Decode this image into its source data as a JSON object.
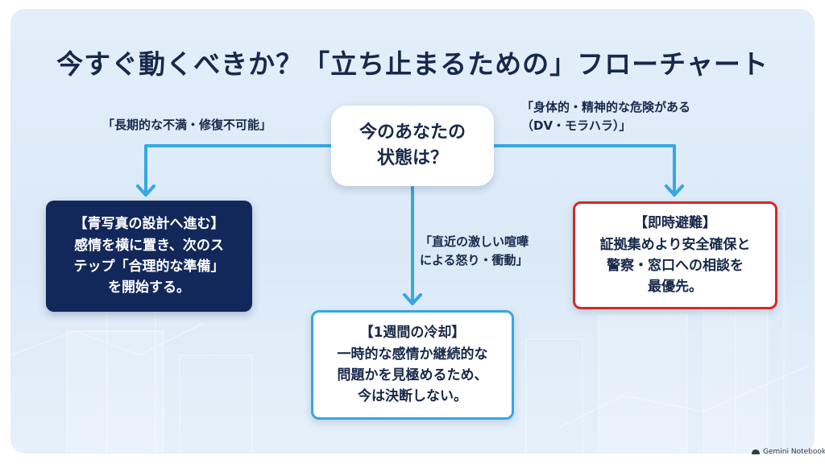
{
  "title": "今すぐ動くべきか？「立ち止まるための」フローチャート",
  "center_node": "今のあなたの\n状態は？",
  "branches": {
    "left": {
      "label": "「長期的な不満・修復不可能」",
      "box": "【青写真の設計へ進む】\n感情を横に置き、次のス\nテップ「合理的な準備」\nを開始する。"
    },
    "middle": {
      "label": "「直近の激しい喧嘩\nによる怒り・衝動」",
      "box": "【1週間の冷却】\n一時的な感情か継続的な\n問題かを見極めるため、\n今は決断しない。"
    },
    "right": {
      "label": "「身体的・精神的な危険がある\n（DV・モラハラ）」",
      "box": "【即時避難】\n証拠集めより安全確保と\n警察・窓口への相談を\n最優先。"
    }
  },
  "watermark": "Gemini Notebook",
  "colors": {
    "title_text": "#17284a",
    "connector": "#35a8e0",
    "left_box_fill": "#13285a",
    "middle_box_border": "#35a8e0",
    "right_box_border": "#d62828",
    "background": "#dde9f7"
  }
}
